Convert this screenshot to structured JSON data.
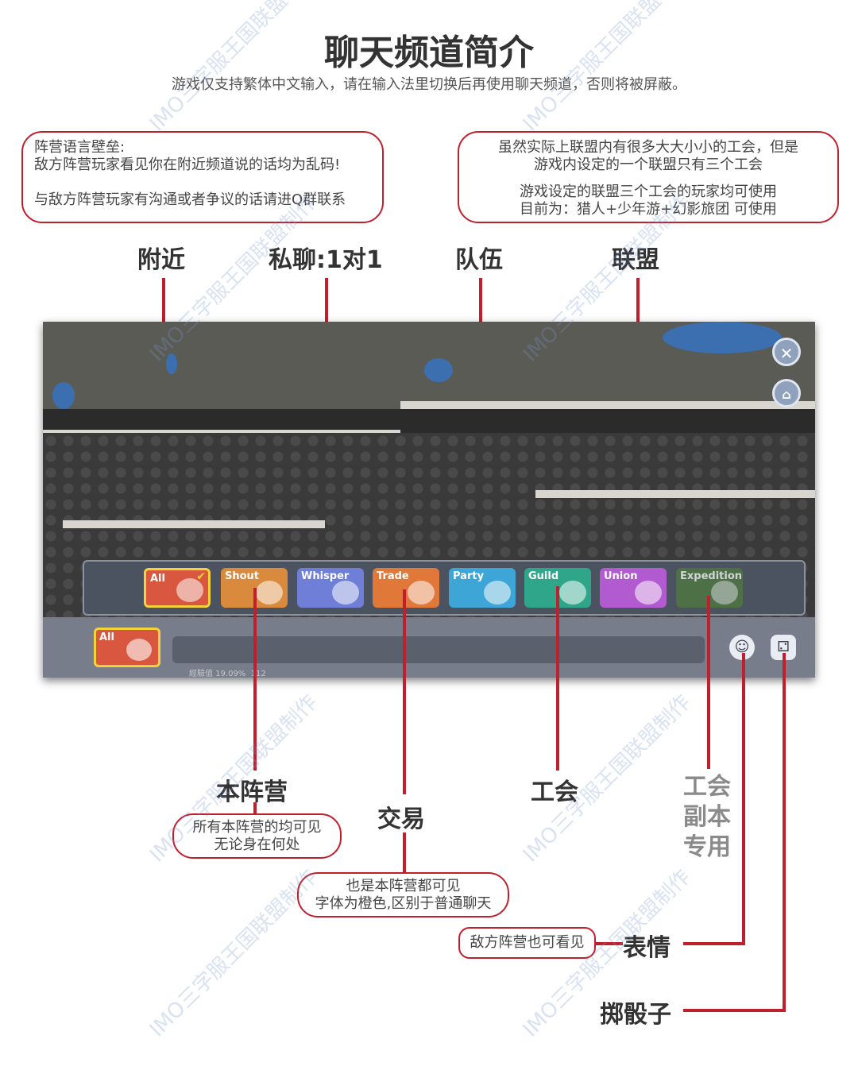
{
  "header": {
    "title": "聊天频道简介",
    "subtitle": "游戏仅支持繁体中文输入，请在输入法里切换后再使用聊天频道，否则将被屏蔽。"
  },
  "notes": {
    "nearby": [
      "阵营语言壁垒:",
      "敌方阵营玩家看见你在附近频道说的话均为乱码!",
      "",
      "与敌方阵营玩家有沟通或者争议的话请进Q群联系"
    ],
    "union": [
      "虽然实际上联盟内有很多大大小小的工会，但是",
      "游戏内设定的一个联盟只有三个工会",
      "游戏设定的联盟三个工会的玩家均可使用",
      "目前为：猎人+少年游+幻影旅团 可使用"
    ],
    "shout": [
      "所有本阵营的均可见",
      "无论身在何处"
    ],
    "trade": [
      "也是本阵营都可见",
      "字体为橙色,区别于普通聊天"
    ],
    "emote": "敌方阵营也可看见"
  },
  "labels": {
    "nearby": "附近",
    "whisper": "私聊:1对1",
    "party": "队伍",
    "union": "联盟",
    "shout": "本阵营",
    "trade": "交易",
    "guild": "工会",
    "expedition": "工会\n副本\n专用",
    "emote": "表情",
    "dice": "掷骰子"
  },
  "game": {
    "tabs": [
      {
        "label": "All",
        "color": "#d9573f",
        "selected": true
      },
      {
        "label": "Shout",
        "color": "#d98a3c"
      },
      {
        "label": "Whisper",
        "color": "#6f7fd8"
      },
      {
        "label": "Trade",
        "color": "#e0783a"
      },
      {
        "label": "Party",
        "color": "#3ea6d6"
      },
      {
        "label": "Guild",
        "color": "#2fa58a"
      },
      {
        "label": "Union",
        "color": "#b25ad0"
      },
      {
        "label": "Expedition",
        "color": "#4f7a3e"
      }
    ],
    "active_channel": "All",
    "exp_text": "經驗值 19.09%",
    "exp_extra": "112",
    "close_icon": "close-icon",
    "lock_icon": "unlock-icon",
    "emote_icon": "emoji-icon",
    "dice_icon": "dice-icon"
  },
  "watermark": "IMO三字服王国联盟制作",
  "accent_color": "#c0202e"
}
